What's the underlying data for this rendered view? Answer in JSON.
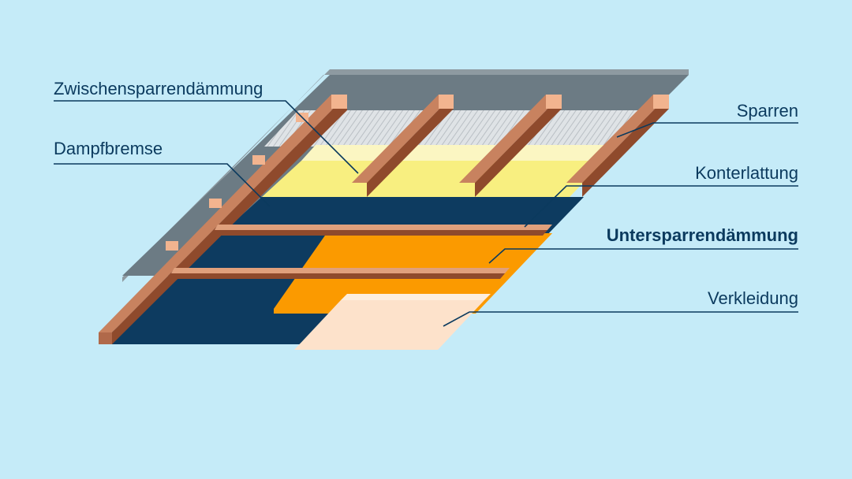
{
  "labels": {
    "zwischensparrendaemmung": "Zwischensparrendämmung",
    "dampfbremse": "Dampfbremse",
    "sparren": "Sparren",
    "konterlattung": "Konterlattung",
    "untersparrendaemmung": "Untersparrendämmung",
    "verkleidung": "Verkleidung"
  },
  "colors": {
    "background": "#c5ebf8",
    "roof_deck": "#6c7b84",
    "roof_edge": "#8e9aa1",
    "rafter": "#c8825f",
    "rafter_dark": "#8f4a2c",
    "rafter_end": "#f2b48f",
    "insulation_yellow": "#f8ef80",
    "insulation_light": "#fbf6c2",
    "vapor_barrier": "#0d3b60",
    "counter_batten": "#c8825f",
    "under_insulation": "#fb9a00",
    "cladding": "#fde2cb",
    "leader_line": "#0b3a5e",
    "label_text": "#0b3a5e"
  },
  "highlighted_label": "Untersparrendämmung"
}
